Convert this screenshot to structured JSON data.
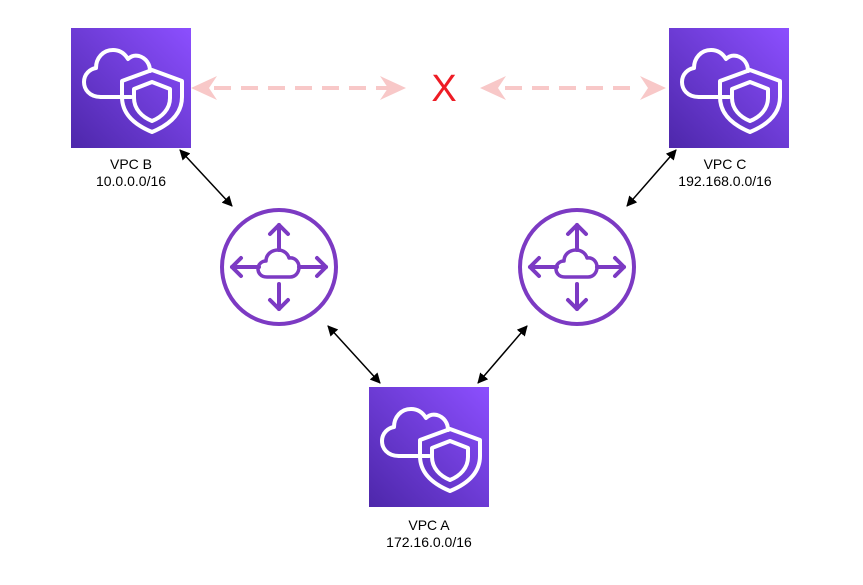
{
  "vpcs": {
    "b": {
      "name": "VPC B",
      "cidr": "10.0.0.0/16"
    },
    "c": {
      "name": "VPC C",
      "cidr": "192.168.0.0/16"
    },
    "a": {
      "name": "VPC A",
      "cidr": "172.16.0.0/16"
    }
  },
  "blocked_marker": "X",
  "icons": {
    "vpc": "vpc-cloud-shield-icon",
    "transit_gateway": "transit-gateway-router-icon"
  },
  "colors": {
    "vpc_gradient_top": "#8C4FFF",
    "vpc_gradient_bottom": "#4D27AA",
    "router_stroke": "#7C3AC3",
    "blocked_arrow": "#F8C8C8",
    "blocked_marker": "#EE1C25",
    "connector": "#000000"
  }
}
